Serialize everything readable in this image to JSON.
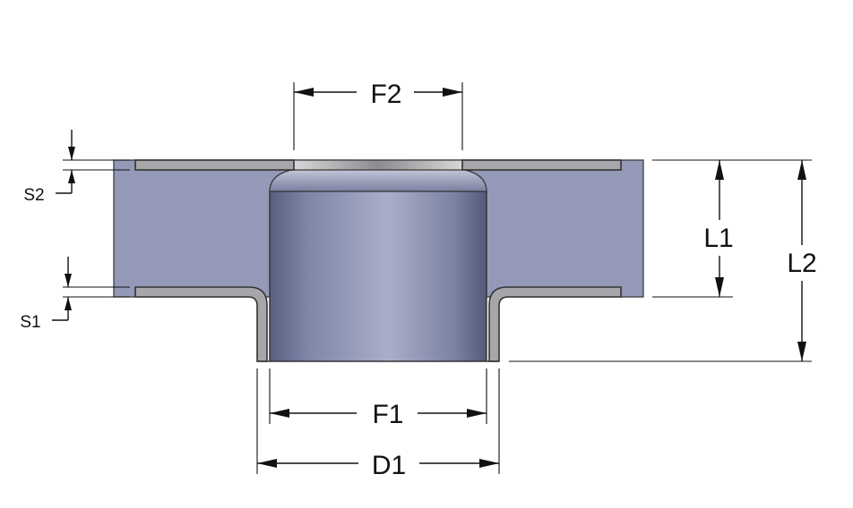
{
  "diagram": {
    "labels": {
      "f2": "F2",
      "f1": "F1",
      "d1": "D1",
      "l1": "L1",
      "l2": "L2",
      "s1": "S1",
      "s2": "S2"
    },
    "colors": {
      "body": "#9399b7",
      "sheet": "#a7a7ab",
      "line": "#111111",
      "background": "#ffffff"
    }
  }
}
